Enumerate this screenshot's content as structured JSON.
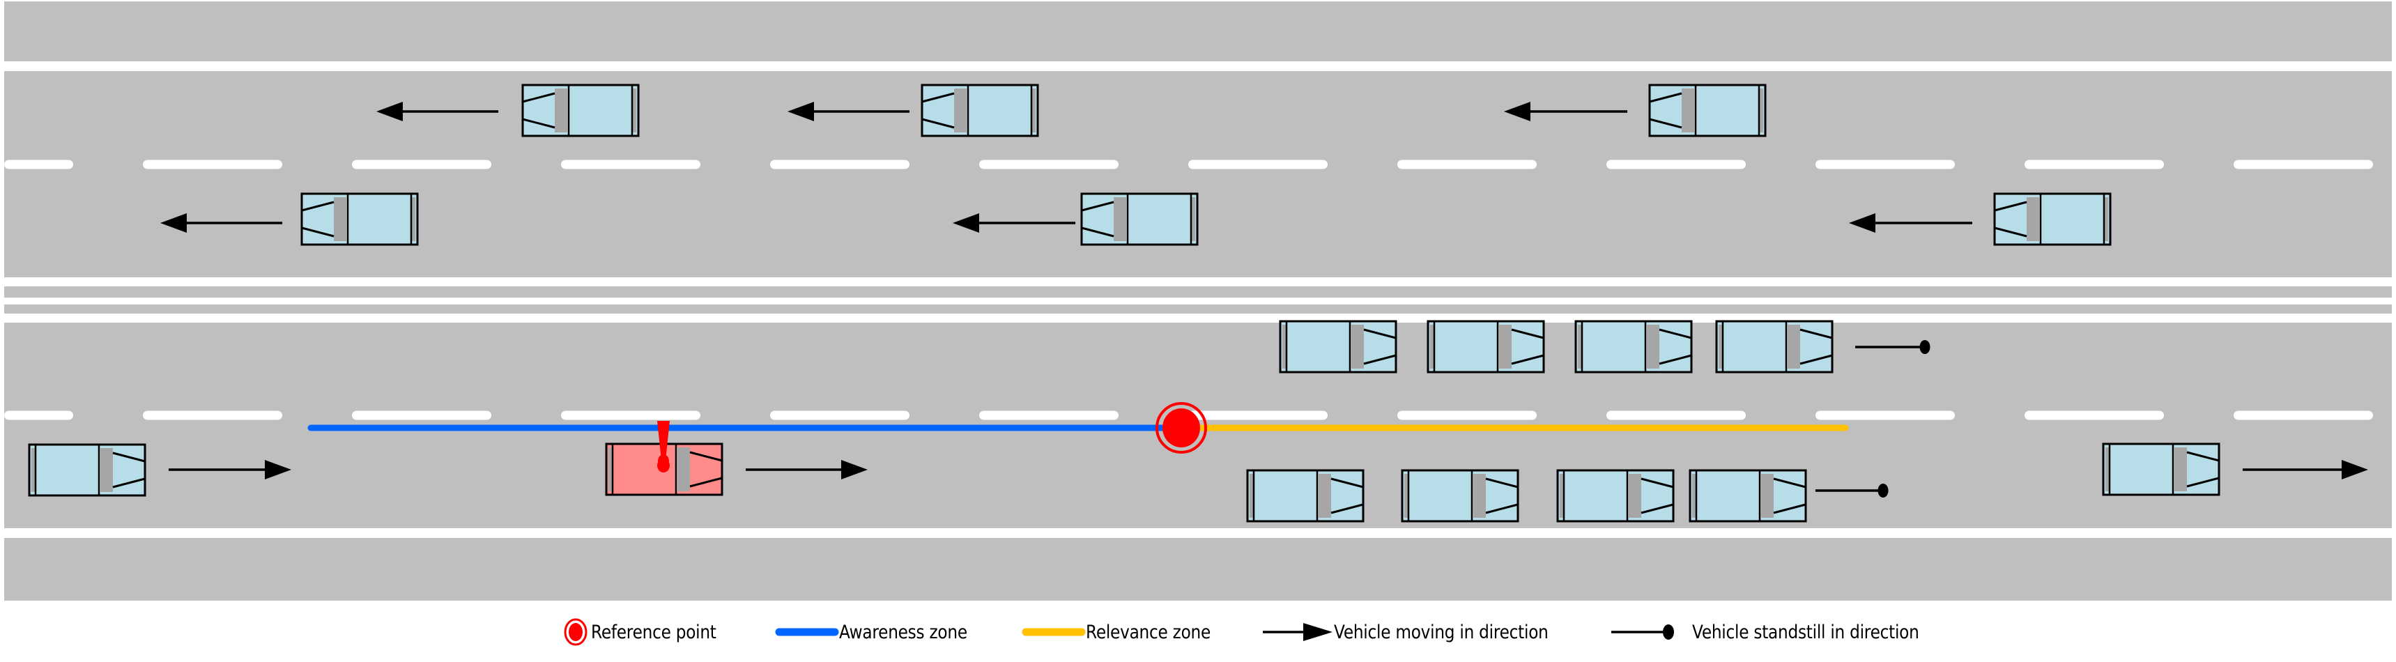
{
  "diagram": {
    "title": "Traffic scene with reference point, awareness zone and relevance zone",
    "colors": {
      "road": "#bfbfbf",
      "marking": "#ffffff",
      "car_body": "#b7dde8",
      "ego_car_body": "#ff8b8b",
      "window": "#a6a6a6",
      "outline": "#000000",
      "awareness_zone": "#0066ff",
      "relevance_zone": "#ffc000",
      "reference_point": "#ff0000",
      "warning": "#ff0000"
    },
    "carriageways": [
      {
        "name": "opposite-direction",
        "direction": "left",
        "lanes": [
          {
            "name": "upper-lane-1",
            "vehicles": [
              {
                "id": "car-u1-1",
                "state": "moving"
              },
              {
                "id": "car-u1-2",
                "state": "moving"
              },
              {
                "id": "car-u1-3",
                "state": "moving"
              }
            ]
          },
          {
            "name": "upper-lane-2",
            "vehicles": [
              {
                "id": "car-u2-1",
                "state": "moving"
              },
              {
                "id": "car-u2-2",
                "state": "moving"
              },
              {
                "id": "car-u2-3",
                "state": "moving"
              }
            ]
          }
        ]
      },
      {
        "name": "ego-direction",
        "direction": "right",
        "lanes": [
          {
            "name": "lower-lane-1",
            "vehicles": [
              {
                "id": "car-l1-1",
                "state": "standstill"
              },
              {
                "id": "car-l1-2",
                "state": "standstill"
              },
              {
                "id": "car-l1-3",
                "state": "standstill"
              },
              {
                "id": "car-l1-4",
                "state": "standstill"
              }
            ]
          },
          {
            "name": "lower-lane-2",
            "vehicles": [
              {
                "id": "car-l2-1",
                "state": "moving"
              },
              {
                "id": "ego-vehicle",
                "state": "moving",
                "highlighted": true,
                "warning": "!"
              },
              {
                "id": "car-l2-q1",
                "state": "standstill"
              },
              {
                "id": "car-l2-q2",
                "state": "standstill"
              },
              {
                "id": "car-l2-q3",
                "state": "standstill"
              },
              {
                "id": "car-l2-q4",
                "state": "standstill"
              },
              {
                "id": "car-l2-2",
                "state": "moving"
              }
            ]
          }
        ]
      }
    ],
    "zones": {
      "awareness": {
        "label": "Awareness zone",
        "color": "#0066ff"
      },
      "relevance": {
        "label": "Relevance zone",
        "color": "#ffc000"
      }
    },
    "reference_point": {
      "label": "Reference point"
    }
  },
  "legend": {
    "items": [
      {
        "key": "reference-point",
        "label": "Reference point",
        "icon": "target-circle-icon"
      },
      {
        "key": "awareness-zone",
        "label": "Awareness zone",
        "icon": "blue-line-icon"
      },
      {
        "key": "relevance-zone",
        "label": "Relevance zone",
        "icon": "yellow-line-icon"
      },
      {
        "key": "vehicle-moving",
        "label": "Vehicle moving in direction",
        "icon": "arrow-right-icon"
      },
      {
        "key": "vehicle-standstill",
        "label": "Vehicle standstill in direction",
        "icon": "line-dot-icon"
      }
    ]
  }
}
